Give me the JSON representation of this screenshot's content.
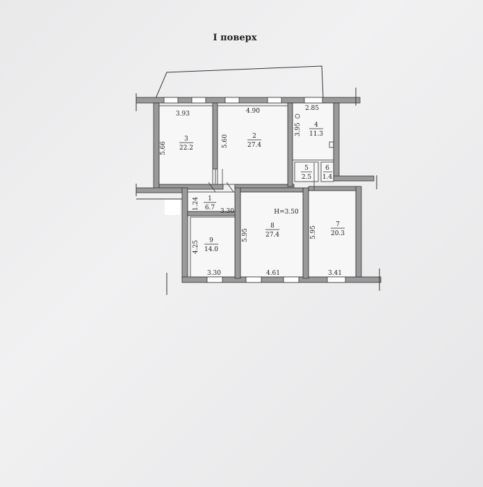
{
  "title": "I поверх",
  "height_label": "H=3.50",
  "rooms": [
    {
      "id": "r1",
      "num": "1",
      "area": "6.7",
      "dims": [
        "1.24",
        "3.30"
      ]
    },
    {
      "id": "r2",
      "num": "2",
      "area": "27.4",
      "dims": [
        "4.90",
        "5.60"
      ]
    },
    {
      "id": "r3",
      "num": "3",
      "area": "22.2",
      "dims": [
        "3.93",
        "5.66"
      ]
    },
    {
      "id": "r4",
      "num": "4",
      "area": "11.3",
      "dims": [
        "2.85",
        "3.95"
      ]
    },
    {
      "id": "r5",
      "num": "5",
      "area": "2.5",
      "dims": []
    },
    {
      "id": "r6",
      "num": "6",
      "area": "1.4",
      "dims": []
    },
    {
      "id": "r7",
      "num": "7",
      "area": "20.3",
      "dims": [
        "5.95",
        "3.41"
      ]
    },
    {
      "id": "r8",
      "num": "8",
      "area": "27.4",
      "dims": [
        "5.95",
        "4.61"
      ]
    },
    {
      "id": "r9",
      "num": "9",
      "area": "14.0",
      "dims": [
        "4.25",
        "3.30"
      ]
    }
  ]
}
